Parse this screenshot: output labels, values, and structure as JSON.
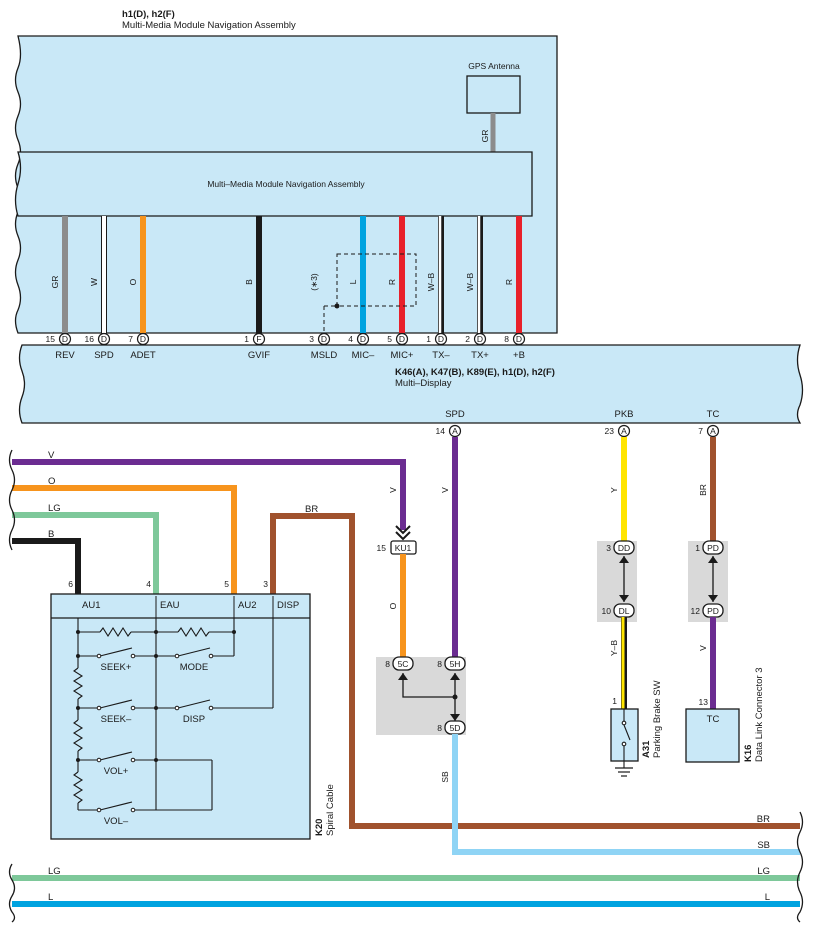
{
  "colors": {
    "panel": "#c9e8f7",
    "gray_box": "#d9d9d9",
    "wire_GR": "#8c8c8c",
    "wire_W": "#ffffff",
    "wire_O": "#f7941d",
    "wire_B": "#1a1a1a",
    "wire_L": "#00a3e0",
    "wire_R": "#e8202a",
    "wire_V": "#6b2c91",
    "wire_LG": "#7ec89a",
    "wire_BR": "#a0522d",
    "wire_Y": "#ffe500",
    "wire_SB": "#8fd4f5"
  },
  "nav_assembly": {
    "code": "h1(D), h2(F)",
    "name": "Multi-Media Module Navigation Assembly",
    "inner_label": "Multi–Media Module Navigation Assembly",
    "gps_antenna": "GPS Antenna",
    "gps_wire": "GR",
    "shield_note": "(∗3)"
  },
  "multi_display": {
    "codes": "K46(A), K47(B), K89(E), h1(D), h2(F)",
    "name": "Multi–Display",
    "pins": [
      {
        "num": "15",
        "conn": "D",
        "sig": "REV",
        "wire": "GR"
      },
      {
        "num": "16",
        "conn": "D",
        "sig": "SPD",
        "wire": "W"
      },
      {
        "num": "7",
        "conn": "D",
        "sig": "ADET",
        "wire": "O"
      },
      {
        "num": "1",
        "conn": "F",
        "sig": "GVIF",
        "wire": "B"
      },
      {
        "num": "3",
        "conn": "D",
        "sig": "MSLD",
        "wire": ""
      },
      {
        "num": "4",
        "conn": "D",
        "sig": "MIC–",
        "wire": "L"
      },
      {
        "num": "5",
        "conn": "D",
        "sig": "MIC+",
        "wire": "R"
      },
      {
        "num": "1",
        "conn": "D",
        "sig": "TX–",
        "wire": "W–B"
      },
      {
        "num": "2",
        "conn": "D",
        "sig": "TX+",
        "wire": "W–B"
      },
      {
        "num": "8",
        "conn": "D",
        "sig": "+B",
        "wire": "R"
      }
    ],
    "bottom_pins": [
      {
        "sig": "SPD",
        "num": "14",
        "conn": "A"
      },
      {
        "sig": "PKB",
        "num": "23",
        "conn": "A"
      },
      {
        "sig": "TC",
        "num": "7",
        "conn": "A"
      }
    ]
  },
  "spiral_cable": {
    "code": "K20",
    "name": "Spiral Cable",
    "pins": [
      {
        "num": "6",
        "sig": "AU1"
      },
      {
        "num": "4",
        "sig": "EAU"
      },
      {
        "num": "5",
        "sig": "AU2"
      },
      {
        "num": "3",
        "sig": "DISP"
      }
    ],
    "switches": [
      "SEEK+",
      "MODE",
      "SEEK–",
      "DISP",
      "VOL+",
      "VOL–"
    ]
  },
  "left_wires": [
    "V",
    "O",
    "LG",
    "B"
  ],
  "br_label": "BR",
  "ku1": {
    "num": "15",
    "conn": "KU1",
    "wire_in": "V",
    "wire_out": "O"
  },
  "junction": {
    "in_left": {
      "num": "8",
      "conn": "5C"
    },
    "in_right": {
      "num": "8",
      "conn": "5H"
    },
    "out": {
      "num": "8",
      "conn": "5D"
    },
    "spd_wire": "V",
    "out_wire": "SB"
  },
  "pkb": {
    "wire_top": "Y",
    "conn_top": {
      "num": "3",
      "conn": "DD"
    },
    "conn_bot": {
      "num": "10",
      "conn": "DL"
    },
    "wire_bot": "Y–B",
    "sw_pin": "1",
    "sw_code": "A31",
    "sw_name": "Parking Brake SW"
  },
  "tc": {
    "wire_top": "BR",
    "conn_top": {
      "num": "1",
      "conn": "PD"
    },
    "conn_bot": {
      "num": "12",
      "conn": "PD"
    },
    "wire_bot": "V",
    "dlc_pin": "13",
    "dlc_sig": "TC",
    "dlc_code": "K16",
    "dlc_name": "Data Link Connector 3"
  },
  "right_wires": [
    {
      "left": "",
      "right": "BR"
    },
    {
      "left": "",
      "right": "SB"
    },
    {
      "left": "LG",
      "right": "LG"
    },
    {
      "left": "L",
      "right": "L"
    }
  ]
}
